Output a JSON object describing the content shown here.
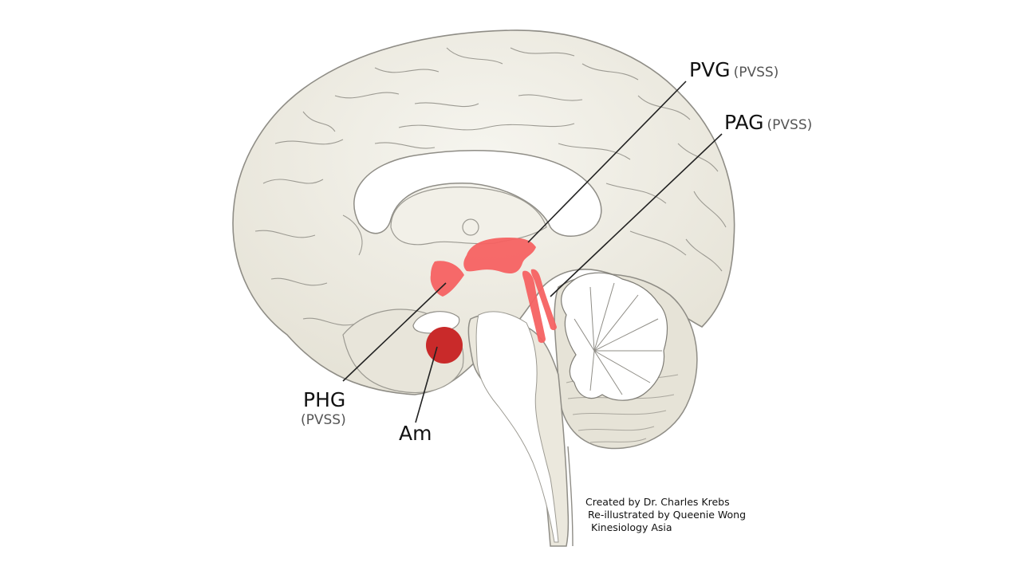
{
  "labels": {
    "pvg": {
      "name": "PVG",
      "note": "(PVSS)"
    },
    "pag": {
      "name": "PAG",
      "note": "(PVSS)"
    },
    "phg": {
      "name": "PHG",
      "note": "(PVSS)"
    },
    "am": {
      "name": "Am"
    }
  },
  "credits": {
    "line1": "Created by Dr. Charles Krebs",
    "line2": "Re-illustrated by Queenie Wong",
    "line3": "Kinesiology Asia"
  },
  "colors": {
    "brain_fill": "#ebe8dd",
    "outline": "#8f8d86",
    "highlight": "#f66262",
    "amygdala": "#c92a2a",
    "leader_line": "#222222"
  }
}
